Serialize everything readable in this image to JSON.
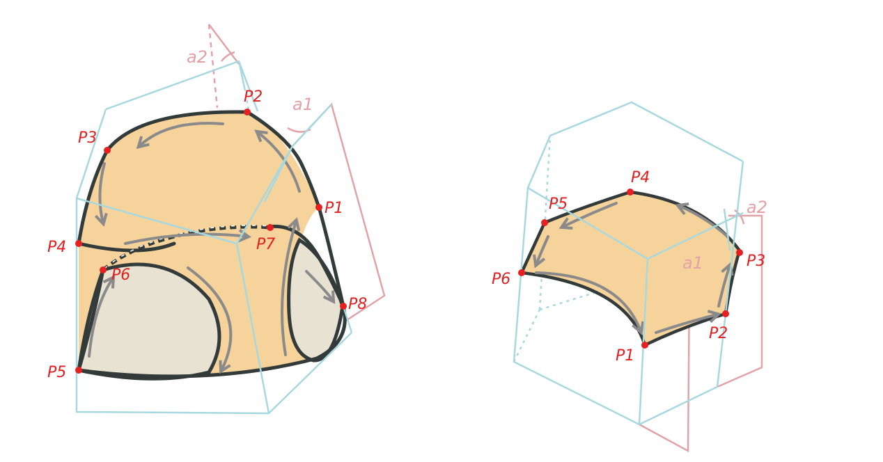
{
  "colors": {
    "box": "#a8d8df",
    "plane": "#e2a3a8",
    "surface": "#f6d39b",
    "inner": "#e8e2d2",
    "outline": "#333a3a",
    "arrow": "#8a8a8a",
    "point": "#e62020"
  },
  "left_figure": {
    "points": [
      "P1",
      "P2",
      "P3",
      "P4",
      "P5",
      "P6",
      "P7",
      "P8"
    ],
    "angles": [
      "a2",
      "a1"
    ]
  },
  "right_figure": {
    "points": [
      "P1",
      "P2",
      "P3",
      "P4",
      "P5",
      "P6"
    ],
    "angles": [
      "a1",
      "a2"
    ]
  }
}
